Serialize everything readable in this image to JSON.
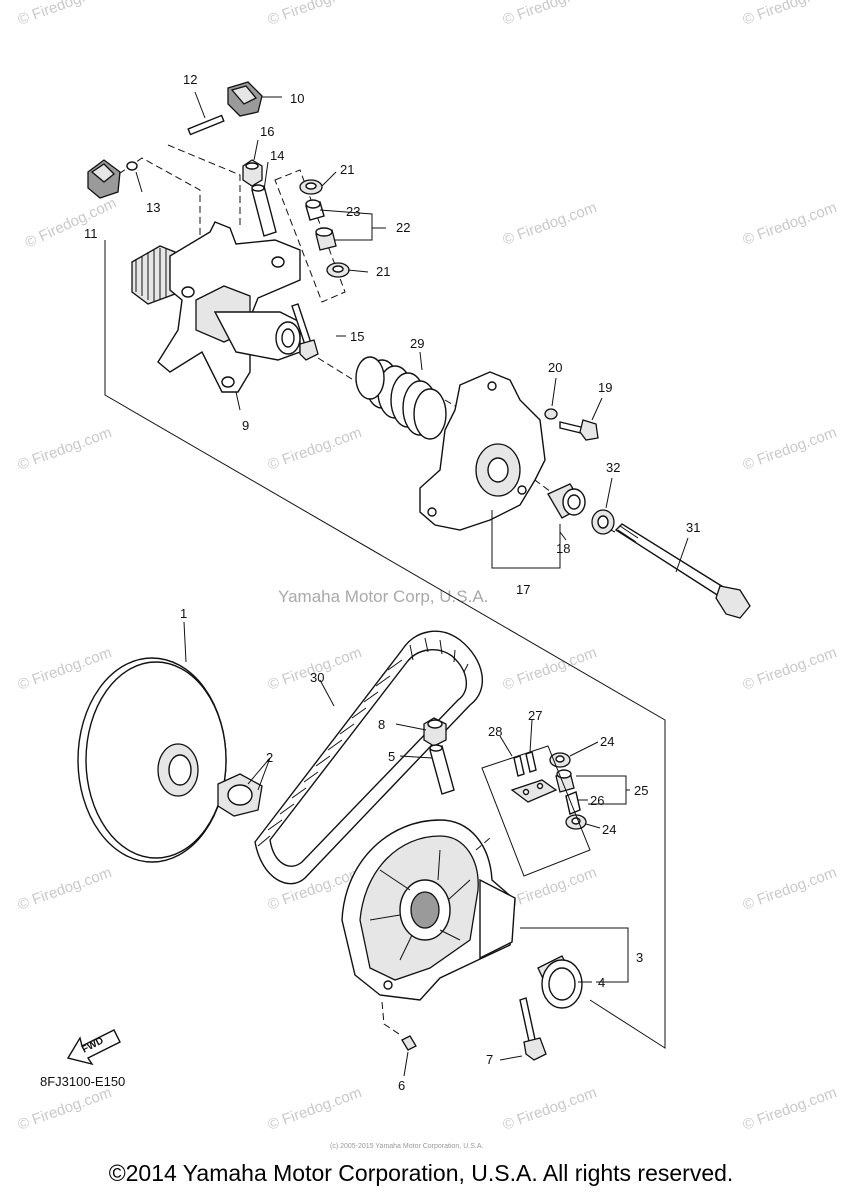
{
  "watermark_text": "© Firedog.com",
  "center_watermark": "Yamaha Motor Corp, U.S.A.",
  "diagram_code": "8FJ3100-E150",
  "fwd_label": "FWD",
  "copyright": "©2014 Yamaha Motor Corporation, U.S.A. All rights reserved.",
  "copyright_small": "(c) 2005-2015 Yamaha Motor Corporation, U.S.A.",
  "labels": {
    "p1": "1",
    "p2": "2",
    "p3": "3",
    "p4": "4",
    "p5": "5",
    "p6": "6",
    "p7": "7",
    "p8": "8",
    "p9": "9",
    "p10": "10",
    "p11": "11",
    "p12": "12",
    "p13": "13",
    "p14": "14",
    "p15": "15",
    "p16": "16",
    "p17": "17",
    "p18": "18",
    "p19": "19",
    "p20": "20",
    "p21a": "21",
    "p21b": "21",
    "p22": "22",
    "p23": "23",
    "p24a": "24",
    "p24b": "24",
    "p25": "25",
    "p26": "26",
    "p27": "27",
    "p28": "28",
    "p29": "29",
    "p30": "30",
    "p31": "31",
    "p32": "32"
  }
}
